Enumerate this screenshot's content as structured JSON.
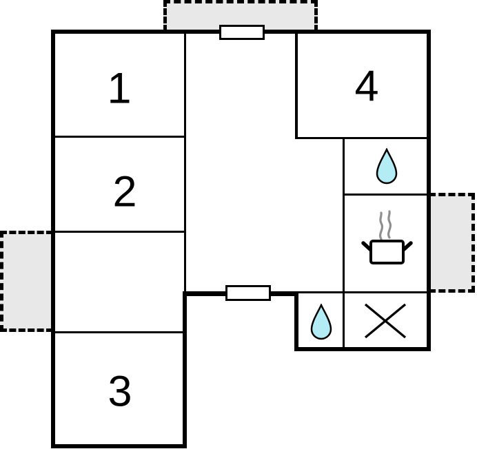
{
  "colors": {
    "wall": "#000000",
    "terrace": "#e8e8e8",
    "water": "#b4ecf5",
    "steam": "#8f8f8f",
    "background": "#ffffff"
  },
  "rooms": [
    {
      "label": "1"
    },
    {
      "label": "2"
    },
    {
      "label": "3"
    },
    {
      "label": "4"
    }
  ],
  "icons": {
    "bathroom_top": "water-drop-icon",
    "bathroom_bottom": "water-drop-icon",
    "kitchen": "stove-pot-icon",
    "utility": "cross-icon"
  }
}
